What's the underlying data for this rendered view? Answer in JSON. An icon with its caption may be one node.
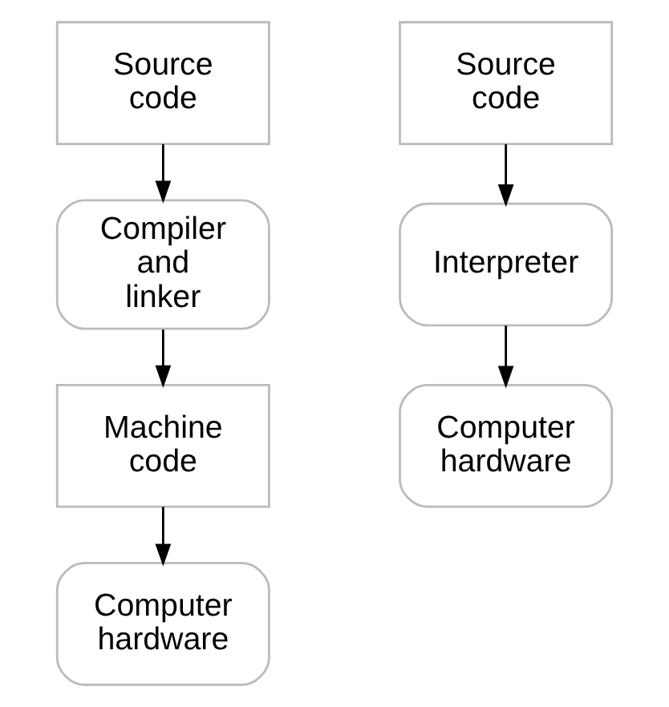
{
  "diagram": {
    "nodes": [
      {
        "text": [
          "Source code"
        ]
      },
      {
        "text": [
          "Compiler and linker"
        ]
      },
      {
        "text": [
          "Machine code"
        ]
      },
      {
        "text": [
          "Computer hardware"
        ]
      },
      {
        "text": [
          "Source code"
        ]
      },
      {
        "text": [
          "Interpreter"
        ]
      },
      {
        "text": [
          "Computer hardware"
        ]
      }
    ],
    "edges": [
      {
        "from": 0,
        "to": 1,
        "arrow": "to"
      },
      {
        "from": 1,
        "to": 2,
        "arrow": "to"
      },
      {
        "from": 2,
        "to": 3,
        "arrow": "to"
      },
      {
        "from": 4,
        "to": 5,
        "arrow": "to"
      },
      {
        "from": 5,
        "to": 6,
        "arrow": "to"
      }
    ]
  }
}
